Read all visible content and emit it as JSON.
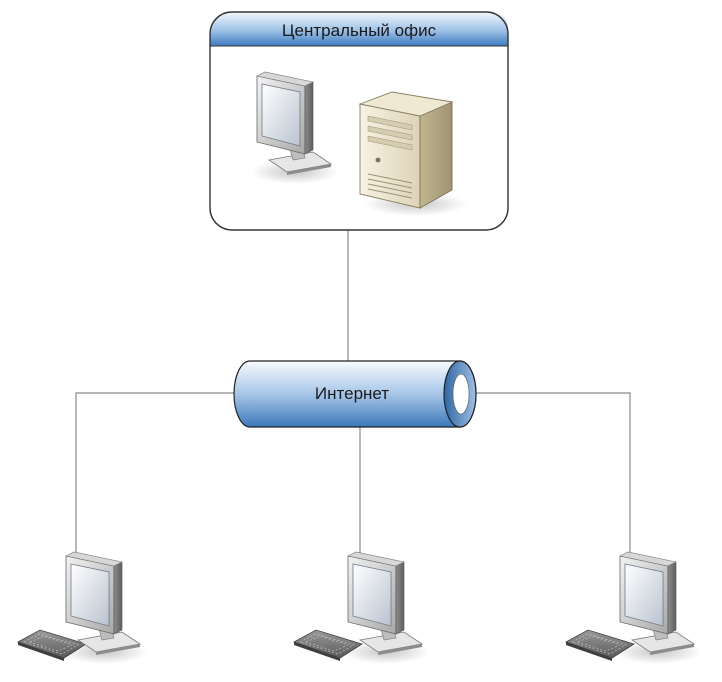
{
  "central_office": {
    "title": "Центральный офис",
    "devices": [
      "monitor-icon",
      "server-tower-icon"
    ]
  },
  "internet": {
    "label": "Интернет",
    "shape": "pipe-cylinder"
  },
  "branches": [
    {
      "devices": [
        "monitor-icon",
        "keyboard-icon"
      ]
    },
    {
      "devices": [
        "monitor-icon",
        "keyboard-icon"
      ]
    },
    {
      "devices": [
        "monitor-icon",
        "keyboard-icon"
      ]
    }
  ],
  "colors": {
    "header_top": "#f4f8fd",
    "header_bottom": "#3d7bc0",
    "pipe_light": "#f7fbff",
    "pipe_dark": "#3b78bb",
    "border": "#333333",
    "line": "#8a8a8a"
  }
}
